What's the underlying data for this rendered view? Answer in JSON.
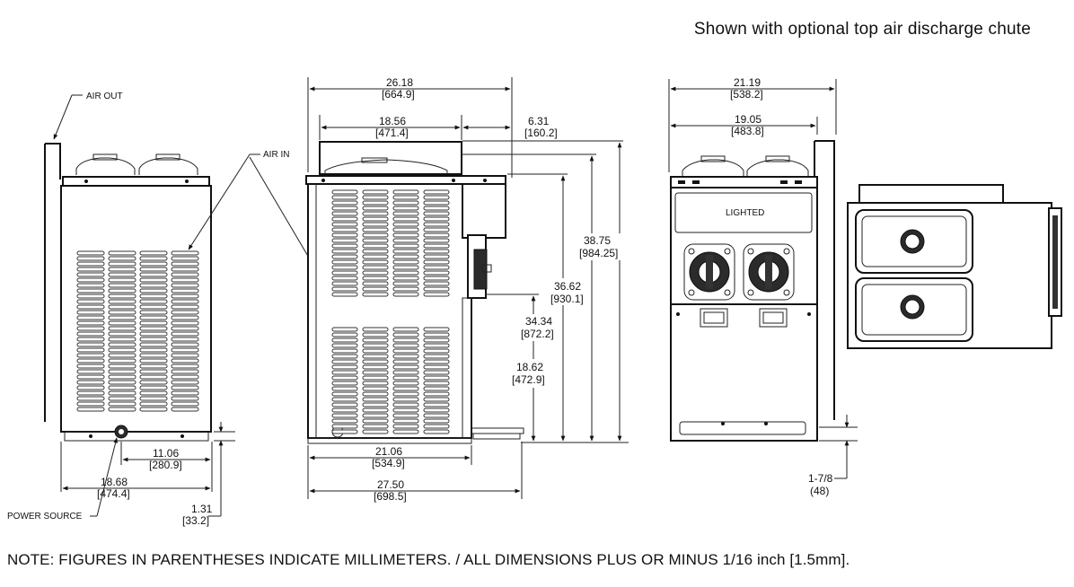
{
  "caption": "Shown with optional top air discharge chute",
  "note": "NOTE: FIGURES IN PARENTHESES INDICATE MILLIMETERS. / ALL DIMENSIONS PLUS OR MINUS 1/16 inch [1.5mm].",
  "callouts": {
    "air_out": "AIR OUT",
    "air_in": "AIR IN",
    "power_source": "POWER SOURCE",
    "lighted": "LIGHTED"
  },
  "dimensions": {
    "side_width_a_in": "11.06",
    "side_width_a_mm": "[280.9]",
    "side_width_b_in": "18.68",
    "side_width_b_mm": "[474.4]",
    "side_foot_in": "1.31",
    "side_foot_mm": "[33.2]",
    "front_overall_in": "26.18",
    "front_overall_mm": "[664.9]",
    "front_top_in": "18.56",
    "front_top_mm": "[471.4]",
    "front_chute_in": "6.31",
    "front_chute_mm": "[160.2]",
    "front_base_in": "21.06",
    "front_base_mm": "[534.9]",
    "front_total_in": "27.50",
    "front_total_mm": "[698.5]",
    "height_total_in": "38.75",
    "height_total_mm": "[984.25]",
    "height_cab_in": "36.62",
    "height_cab_mm": "[930.1]",
    "height_spout_in": "34.34",
    "height_spout_mm": "[872.2]",
    "height_drip_in": "18.62",
    "height_drip_mm": "[472.9]",
    "rear_overall_in": "21.19",
    "rear_overall_mm": "[538.2]",
    "rear_inner_in": "19.05",
    "rear_inner_mm": "[483.8]",
    "rear_leg_in": "1-7/8",
    "rear_leg_mm": "(48)"
  }
}
